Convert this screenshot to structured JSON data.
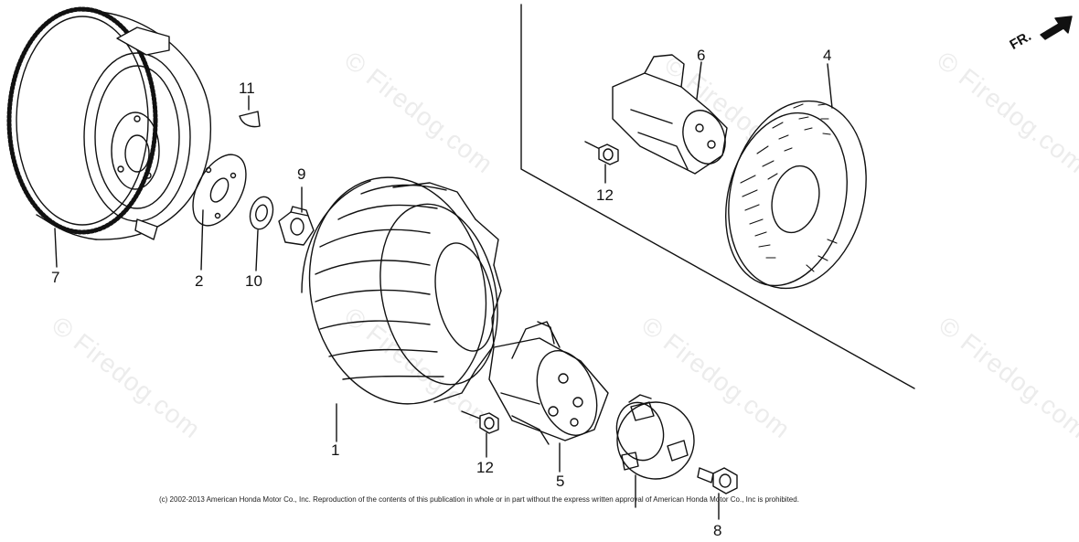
{
  "watermark_text": "© Firedog.com",
  "direction_label": "FR.",
  "copyright": "(c) 2002-2013 American Honda Motor Co., Inc. Reproduction of the contents of this publication in whole or in part without the express written approval of American Honda Motor Co., Inc is prohibited.",
  "callouts": {
    "c1": "1",
    "c2": "2",
    "c4": "4",
    "c5": "5",
    "c6": "6",
    "c7": "7",
    "c8": "8",
    "c9": "9",
    "c10": "10",
    "c11": "11",
    "c12a": "12",
    "c12b": "12"
  }
}
